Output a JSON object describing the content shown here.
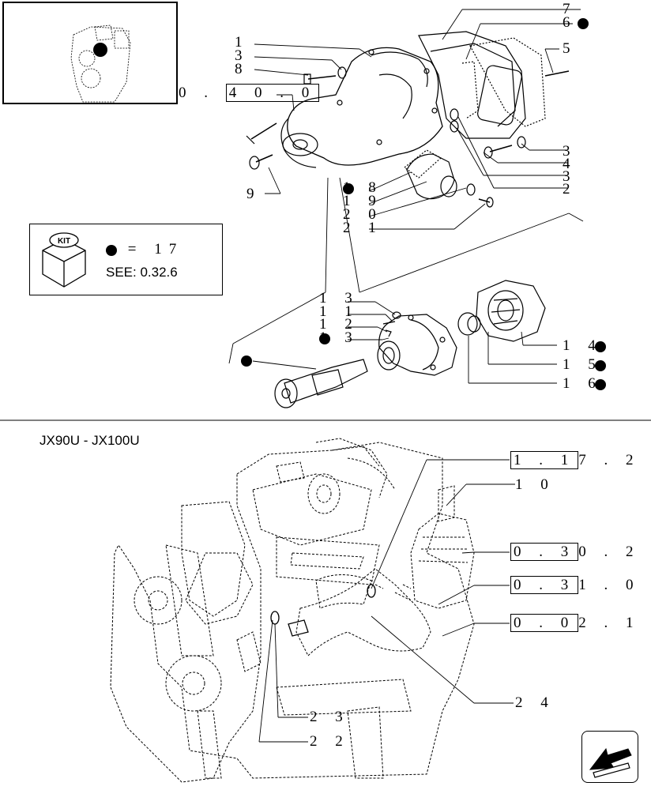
{
  "model_title": "JX90U - JX100U",
  "kit_box": {
    "icon_label": "KIT",
    "equals_value": "= 17",
    "see_text": "SEE: 0.32.6"
  },
  "callouts_top": {
    "c1": "1",
    "c3a": "3",
    "c8": "8",
    "ref_prefix": "0 .",
    "ref_boxed": "4 0 . 0",
    "c9": "9",
    "c7": "7",
    "c6": "6",
    "c5": "5",
    "c3b": "3",
    "c4": "4",
    "c3c": "3",
    "c2": "2",
    "c18": "1 8",
    "c19": "1 9",
    "c20": "2 0",
    "c21": "2 1",
    "c13a": "1 3",
    "c11": "1 1",
    "c12": "1 2",
    "c13b": "1 3",
    "c14": "1 4",
    "c15": "1 5",
    "c16": "1 6"
  },
  "callouts_bottom": {
    "ref1_boxed": "1 . 1",
    "ref1_rest": "7 . 2",
    "c10": "1 0",
    "ref2_boxed": "0 . 3",
    "ref2_rest": "0 . 2",
    "ref3_boxed": "0 . 3",
    "ref3_rest": "1 . 0",
    "ref4_boxed": "0 . 0",
    "ref4_rest": "2 . 1",
    "c24": "2 4",
    "c23": "2 3",
    "c22": "2 2"
  },
  "icons": [
    "engine-thumbnail",
    "kit-cube-icon",
    "kit-dot-icon",
    "arrow-nav-icon",
    "water-pump-drawing",
    "engine-drawing"
  ]
}
